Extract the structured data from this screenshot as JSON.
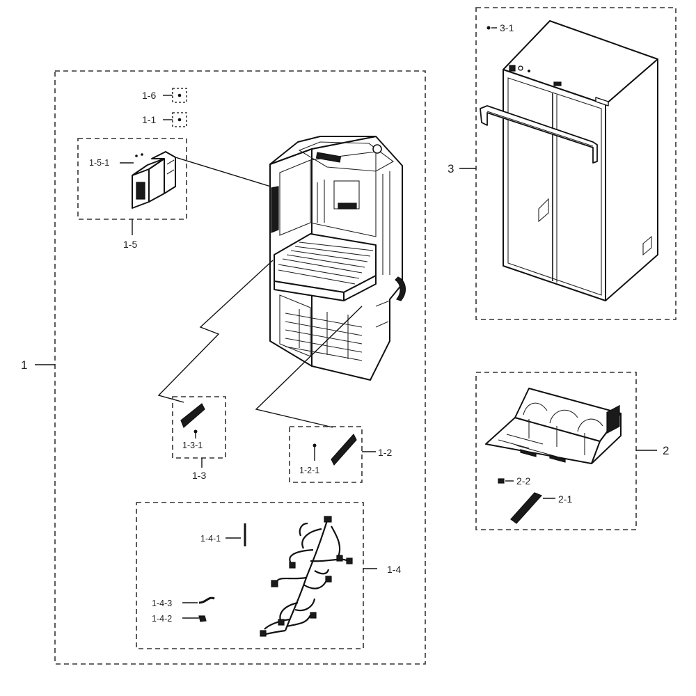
{
  "labels": {
    "l1": "1",
    "l1_1": "1-1",
    "l1_2": "1-2",
    "l1_2_1": "1-2-1",
    "l1_3": "1-3",
    "l1_3_1": "1-3-1",
    "l1_4": "1-4",
    "l1_4_1": "1-4-1",
    "l1_4_2": "1-4-2",
    "l1_4_3": "1-4-3",
    "l1_5": "1-5",
    "l1_5_1": "1-5-1",
    "l1_6": "1-6",
    "l2": "2",
    "l2_1": "2-1",
    "l2_2": "2-2",
    "l3": "3",
    "l3_1": "3-1"
  },
  "colors": {
    "stroke": "#111111",
    "background": "#ffffff"
  }
}
